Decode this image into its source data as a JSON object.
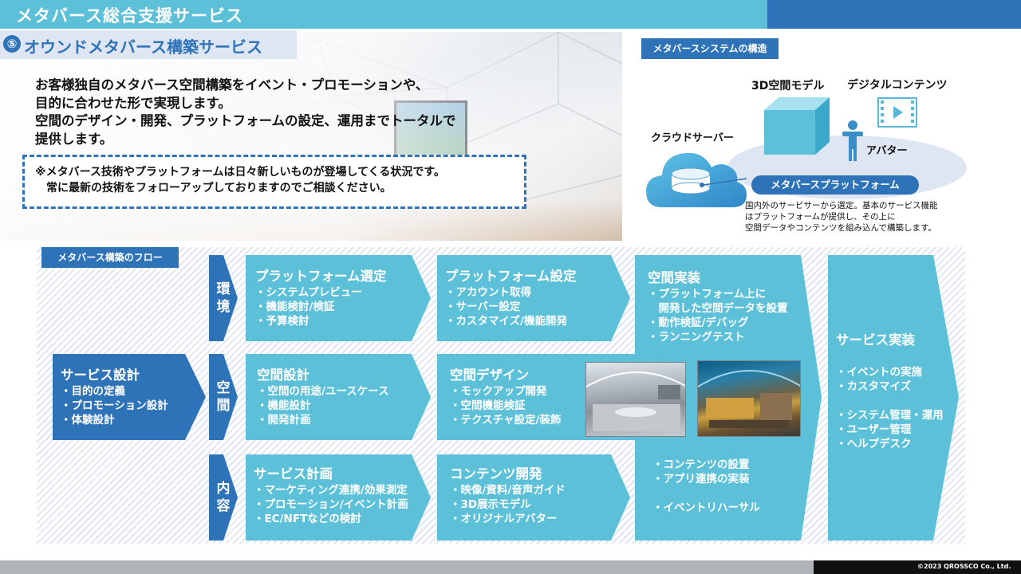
{
  "header": {
    "title": "メタバース総合支援サービス",
    "section_number": "⑤",
    "section_title": "オウンドメタバース構築サービス"
  },
  "intro": {
    "lines": [
      "お客様独自のメタバース空間構築をイベント・プロモーションや、",
      "目的に合わせた形で実現します。",
      "空間のデザイン・開発、プラットフォームの設定、運用までトータルで",
      "提供します。"
    ]
  },
  "note": {
    "lines": [
      "※メタバース技術やプラットフォームは日々新しいものが登場してくる状況です。",
      "　常に最新の技術をフォローアップしておりますのでご相談ください。"
    ]
  },
  "structure": {
    "label": "メタバースシステムの構造",
    "model_3d": "3D空間モデル",
    "digital_content": "デジタルコンテンツ",
    "cloud_server": "クラウドサーバー",
    "avatar": "アバター",
    "platform": "メタバースプラットフォーム",
    "description": [
      "国内外のサービサーから選定。基本のサービス機能",
      "はプラットフォームが提供し、その上に",
      "空間データやコンテンツを組み込んで構築します。"
    ]
  },
  "flow": {
    "label": "メタバース構築のフロー",
    "rows": {
      "env": [
        "環",
        "境"
      ],
      "space": [
        "空",
        "間"
      ],
      "content": [
        "内",
        "容"
      ]
    },
    "service_design": {
      "title": "サービス設計",
      "items": [
        "・目的の定義",
        "・プロモーション設計",
        "・体験設計"
      ]
    },
    "platform_selection": {
      "title": "プラットフォーム選定",
      "items": [
        "・システムプレビュー",
        "・機能検討/検証",
        "・予算検討"
      ]
    },
    "platform_setup": {
      "title": "プラットフォーム設定",
      "items": [
        "・アカウント取得",
        "・サーバー設定",
        "・カスタマイズ/機能開発"
      ]
    },
    "space_implementation": {
      "title": "空間実装",
      "items": [
        "・プラットフォーム上に",
        "　開発した空間データを設置",
        "・動作検証/デバッグ",
        "・ランニングテスト"
      ]
    },
    "space_planning": {
      "title": "空間設計",
      "items": [
        "・空間の用途/ユースケース",
        "・機能設計",
        "・開発計画"
      ]
    },
    "space_design": {
      "title": "空間デザイン",
      "items": [
        "・モックアップ開発",
        "・空間機能検証",
        "・テクスチャ設定/装飾"
      ]
    },
    "service_planning": {
      "title": "サービス計画",
      "items": [
        "・マーケティング連携/効果測定",
        "・プロモーション/イベント計画",
        "・EC/NFTなどの検討"
      ]
    },
    "content_dev": {
      "title": "コンテンツ開発",
      "items": [
        "・映像/資料/音声ガイド",
        "・3D展示モデル",
        "・オリジナルアバター"
      ]
    },
    "content_impl": {
      "items": [
        "・コンテンツの設置",
        "・アプリ連携の実装",
        "",
        "・イベントリハーサル"
      ]
    },
    "service_impl": {
      "title": "サービス実装",
      "items": [
        "・イベントの実施",
        "・カスタマイズ",
        "",
        "・システム管理・運用",
        "・ユーザー管理",
        "・ヘルプデスク"
      ]
    }
  },
  "footer": {
    "copyright": "©2023 QROSSCO Co., Ltd."
  },
  "colors": {
    "light_blue": "#5bc0d8",
    "dark_blue": "#2e72b8",
    "pale_blue": "#dfe6f3"
  }
}
